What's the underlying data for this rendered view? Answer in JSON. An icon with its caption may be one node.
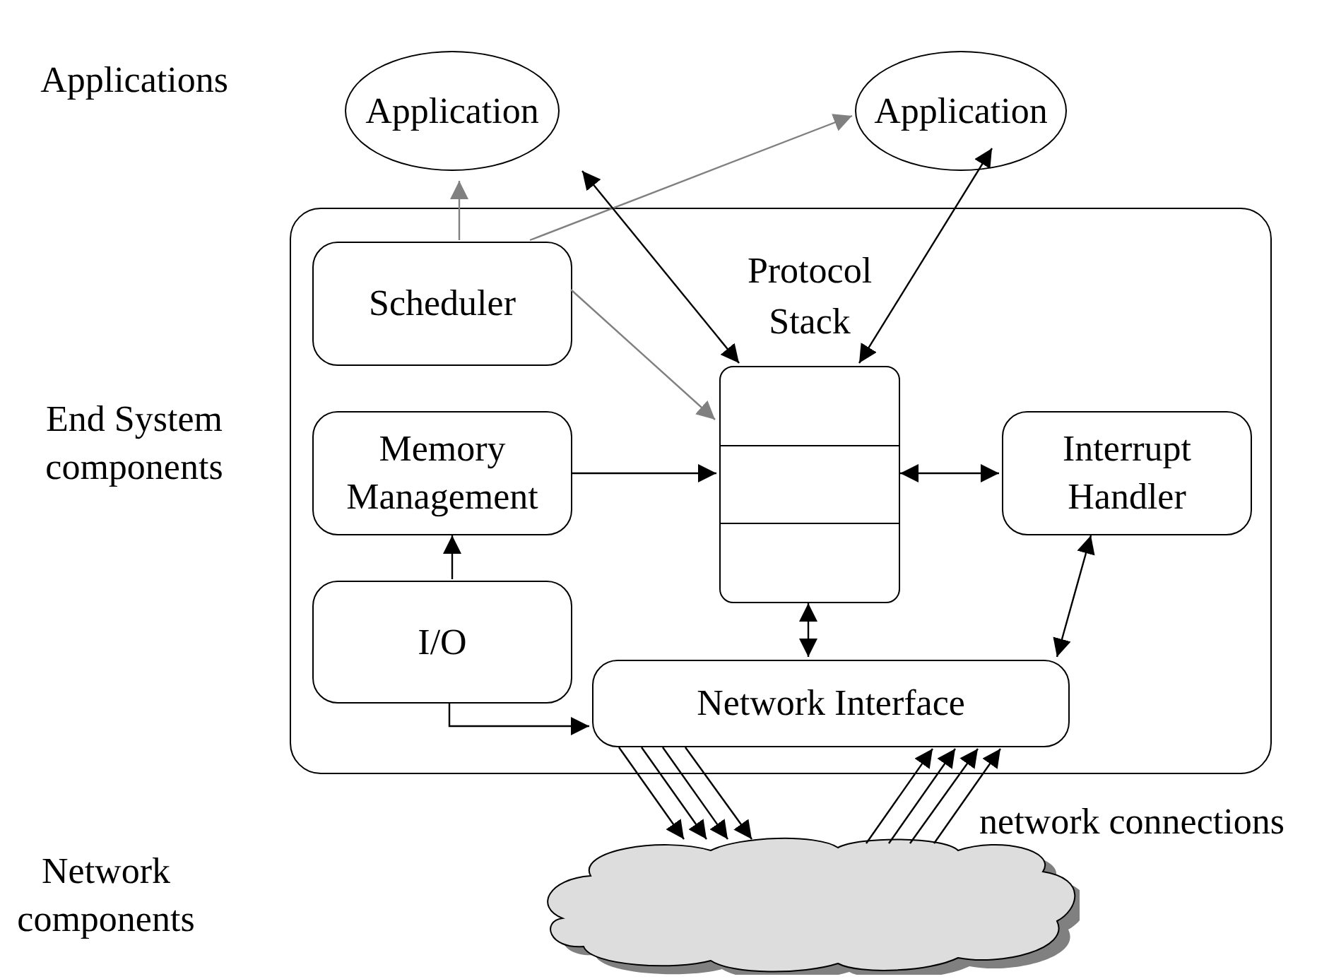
{
  "diagram": {
    "nodes": [
      {
        "text": [
          "Application"
        ]
      },
      {
        "text": [
          "Application"
        ]
      },
      {
        "text": [],
        "shape": "box"
      },
      {
        "text": [
          "Scheduler"
        ],
        "in": 2
      },
      {
        "text": [
          "Protocol Stack"
        ],
        "in": 2
      },
      {
        "text": [
          "Memory Management"
        ],
        "in": 2
      },
      {
        "text": [
          "Interrupt Handler"
        ],
        "in": 2
      },
      {
        "text": [
          "I/O"
        ],
        "in": 2
      },
      {
        "text": [
          "Network Interface"
        ],
        "in": 2
      },
      {
        "text": [],
        "shape": "cloud"
      }
    ],
    "edges": [
      {
        "from": 3,
        "to": 0,
        "arrow": "to",
        "color": "#808080"
      },
      {
        "from": 3,
        "to": 1,
        "arrow": "to",
        "color": "#808080"
      },
      {
        "from": 3,
        "to": 4,
        "arrow": "to",
        "color": "#808080"
      },
      {
        "from": 0,
        "to": 4,
        "arrow": "both"
      },
      {
        "from": 1,
        "to": 4,
        "arrow": "both"
      },
      {
        "from": 5,
        "to": 4,
        "arrow": "to"
      },
      {
        "from": 4,
        "to": 6,
        "arrow": "both"
      },
      {
        "from": 7,
        "to": 5,
        "arrow": "to"
      },
      {
        "from": 4,
        "to": 8,
        "arrow": "both"
      },
      {
        "from": 6,
        "to": 8,
        "arrow": "both"
      },
      {
        "from": 7,
        "to": 8,
        "arrow": "to"
      },
      {
        "from": 8,
        "to": 9,
        "arrow": "to"
      },
      {
        "from": 8,
        "to": 9,
        "arrow": "to"
      },
      {
        "from": 8,
        "to": 9,
        "arrow": "to"
      },
      {
        "from": 8,
        "to": 9,
        "arrow": "to"
      },
      {
        "from": 9,
        "to": 8,
        "arrow": "to"
      },
      {
        "from": 9,
        "to": 8,
        "arrow": "to"
      },
      {
        "from": 9,
        "to": 8,
        "arrow": "to"
      },
      {
        "from": 9,
        "to": 8,
        "arrow": "to"
      }
    ],
    "labels": [
      "Applications",
      "End System components",
      "network connections",
      "Network components"
    ]
  }
}
